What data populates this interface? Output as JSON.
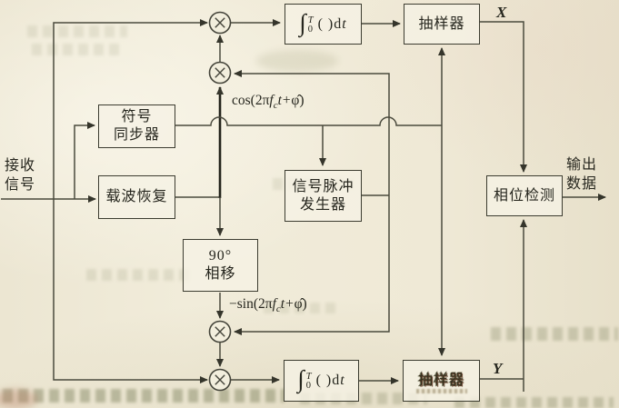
{
  "colors": {
    "paper": "#efe9d6",
    "ink": "#3f3f33",
    "text": "#26261e"
  },
  "icons": {
    "multiplier": "⊗"
  },
  "input_label": {
    "line1": "接收",
    "line2": "信号"
  },
  "output_label": {
    "line1": "输出",
    "line2": "数据"
  },
  "signals": {
    "x": "X",
    "y": "Y"
  },
  "math": {
    "cos": {
      "pre": "cos(2π",
      "f": "f",
      "sub": "c",
      "mid": "t+",
      "phi": "φ̂",
      "post": ")"
    },
    "sin": {
      "pre": "−sin(2π",
      "f": "f",
      "sub": "c",
      "mid": "t+",
      "phi": "φ̂",
      "post": ")"
    },
    "integral": {
      "sign": "∫",
      "upper": "T",
      "lower": "0",
      "body": "( )d",
      "var": "t"
    }
  },
  "blocks": {
    "symbol_sync": {
      "line1": "符号",
      "line2": "同步器"
    },
    "carrier_recovery": {
      "label": "载波恢复"
    },
    "pulse_generator": {
      "line1": "信号脉冲",
      "line2": "发生器"
    },
    "phase_shift_90": {
      "line1": "90°",
      "line2": "相移"
    },
    "sampler_top": {
      "label": "抽样器"
    },
    "sampler_bottom": {
      "label": "抽样器"
    },
    "phase_detector": {
      "label": "相位检测"
    }
  }
}
